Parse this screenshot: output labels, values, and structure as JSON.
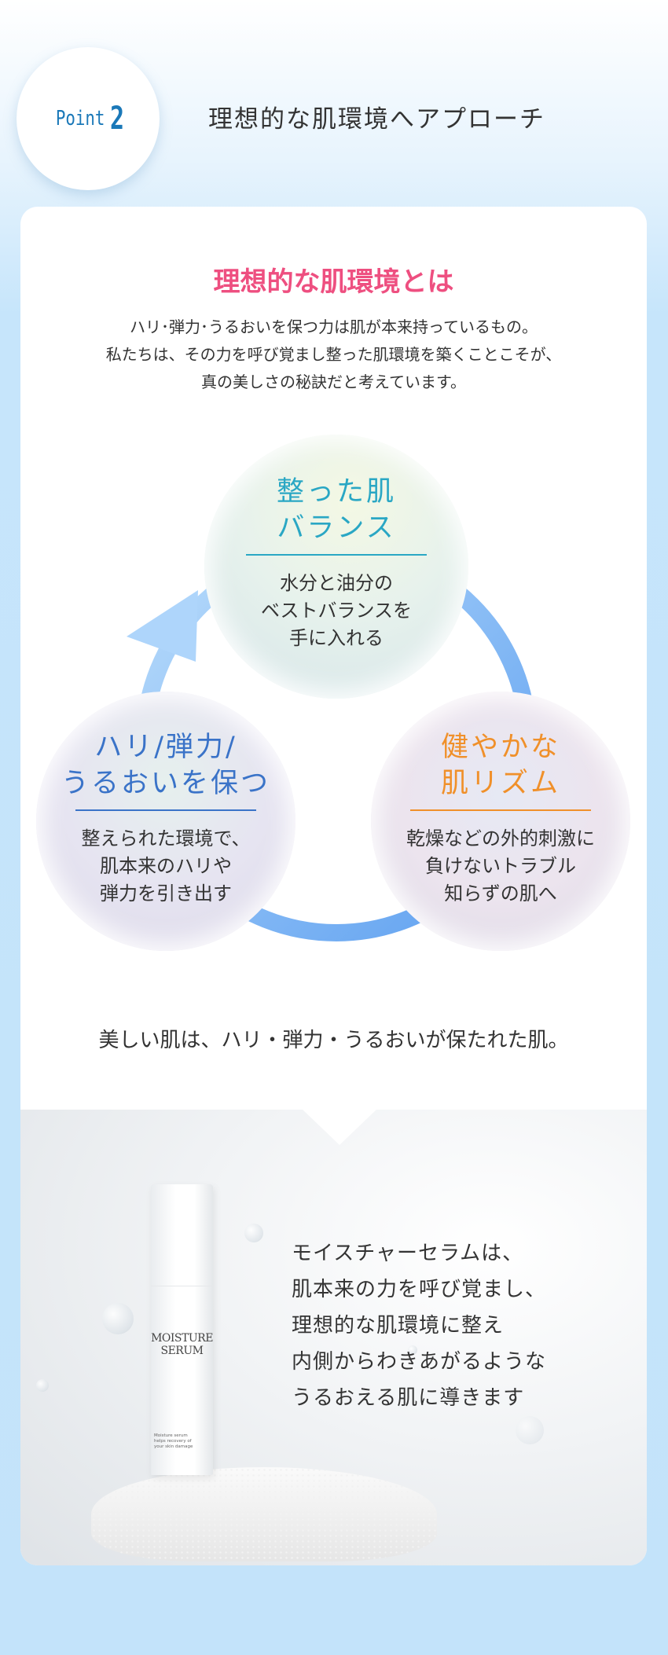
{
  "header": {
    "point_label": "Point",
    "point_number": "2",
    "title": "理想的な肌環境へアプローチ"
  },
  "card": {
    "heading": "理想的な肌環境とは",
    "lead": [
      "ハリ･弾力･うるおいを保つ力は肌が本来持っているもの。",
      "私たちは、その力を呼び覚まし整った肌環境を築くことこそが、",
      "真の美しさの秘訣だと考えています。"
    ],
    "cycle": [
      {
        "title": [
          "整った肌",
          "バランス"
        ],
        "body": [
          "水分と油分の",
          "ベストバランスを",
          "手に入れる"
        ],
        "color": "#2aa7c4"
      },
      {
        "title": [
          "健やかな",
          "肌リズム"
        ],
        "body": [
          "乾燥などの外的刺激に",
          "負けないトラブル",
          "知らずの肌へ"
        ],
        "color": "#f0902a"
      },
      {
        "title": [
          "ハリ/弾力/",
          "うるおいを保つ"
        ],
        "body": [
          "整えられた環境で、",
          "肌本来のハリや",
          "弾力を引き出す"
        ],
        "color": "#3a73c8"
      }
    ],
    "statement": "美しい肌は、ハリ・弾力・うるおいが保たれた肌。",
    "product": {
      "name": [
        "MOISTURE",
        "SERUM"
      ],
      "small": [
        "Moisture serum",
        "helps recovery of",
        "your skin damage"
      ]
    },
    "photo_text": [
      "モイスチャーセラムは、",
      "肌本来の力を呼び覚まし、",
      "理想的な肌環境に整え",
      "内側からわきあがるような",
      "うるおえる肌に導きます"
    ]
  },
  "colors": {
    "accent_pink": "#ee4f80",
    "ring": "#7fb8f5",
    "background": "#c3e3fa"
  }
}
